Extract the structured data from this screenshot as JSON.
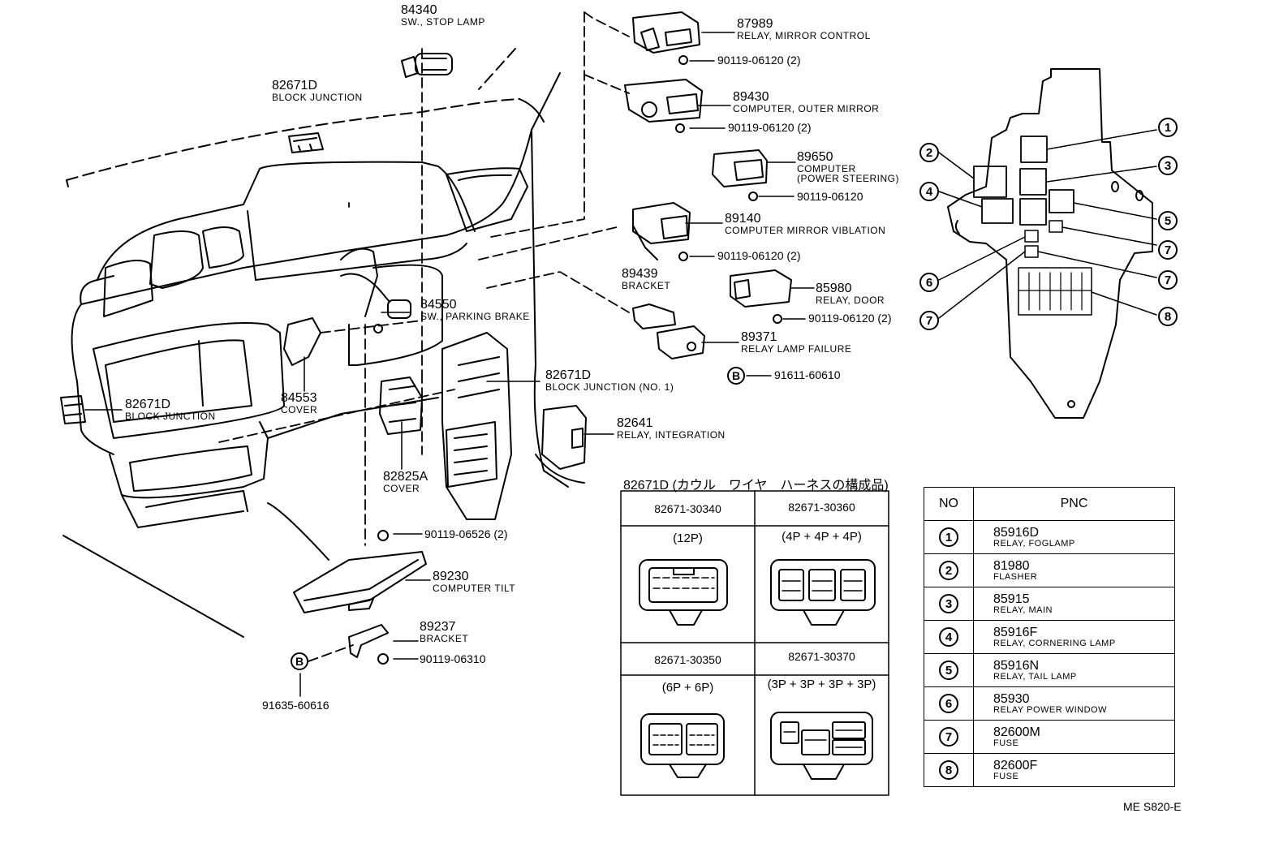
{
  "parts": [
    {
      "id": "p84340",
      "number": "84340",
      "desc": "SW., STOP LAMP"
    },
    {
      "id": "p82671d_top",
      "number": "82671D",
      "desc": "BLOCK JUNCTION"
    },
    {
      "id": "p87989",
      "number": "87989",
      "desc": "RELAY, MIRROR CONTROL"
    },
    {
      "id": "p89430",
      "number": "89430",
      "desc": "COMPUTER, OUTER MIRROR"
    },
    {
      "id": "p89650",
      "number": "89650",
      "desc": "COMPUTER",
      "desc2": "(POWER STEERING)"
    },
    {
      "id": "p89140",
      "number": "89140",
      "desc": "COMPUTER MIRROR VIBLATION"
    },
    {
      "id": "p89439",
      "number": "89439",
      "desc": "BRACKET"
    },
    {
      "id": "p85980",
      "number": "85980",
      "desc": "RELAY, DOOR"
    },
    {
      "id": "p89371",
      "number": "89371",
      "desc": "RELAY LAMP FAILURE"
    },
    {
      "id": "p84550",
      "number": "84550",
      "desc": "SW., PARKING BRAKE"
    },
    {
      "id": "p84553",
      "number": "84553",
      "desc": "COVER"
    },
    {
      "id": "p82671d_left",
      "number": "82671D",
      "desc": "BLOCK JUNCTION"
    },
    {
      "id": "p82671d_no1",
      "number": "82671D",
      "desc": "BLOCK JUNCTION (NO. 1)"
    },
    {
      "id": "p82641",
      "number": "82641",
      "desc": "RELAY, INTEGRATION"
    },
    {
      "id": "p82825a",
      "number": "82825A",
      "desc": "COVER"
    },
    {
      "id": "p89230",
      "number": "89230",
      "desc": "COMPUTER TILT"
    },
    {
      "id": "p89237",
      "number": "89237",
      "desc": "BRACKET"
    }
  ],
  "bolts": [
    {
      "id": "b1",
      "text": "90119-06120 (2)"
    },
    {
      "id": "b2",
      "text": "90119-06120 (2)"
    },
    {
      "id": "b3",
      "text": "90119-06120"
    },
    {
      "id": "b4",
      "text": "90119-06120 (2)"
    },
    {
      "id": "b5",
      "text": "90119-06120 (2)"
    },
    {
      "id": "b6",
      "text": "91611-60610"
    },
    {
      "id": "b7",
      "text": "90119-06526 (2)"
    },
    {
      "id": "b8",
      "text": "90119-06310"
    },
    {
      "id": "b9",
      "text": "91635-60616"
    }
  ],
  "callout_b": "B",
  "relay_block_callouts": [
    "1",
    "2",
    "3",
    "4",
    "5",
    "6",
    "7",
    "7",
    "7",
    "8"
  ],
  "connector_table": {
    "title": "82671D (カウル　ワイヤ　ハーネスの構成品)",
    "cells": [
      {
        "pnc": "82671-30340",
        "pins": "(12P)"
      },
      {
        "pnc": "82671-30360",
        "pins": "(4P + 4P + 4P)"
      },
      {
        "pnc": "82671-30350",
        "pins": "(6P + 6P)"
      },
      {
        "pnc": "82671-30370",
        "pins": "(3P + 3P + 3P + 3P)"
      }
    ]
  },
  "pnc_table": {
    "header_no": "NO",
    "header_pnc": "PNC",
    "rows": [
      {
        "no": "1",
        "pnc": "85916D",
        "desc": "RELAY, FOGLAMP"
      },
      {
        "no": "2",
        "pnc": "81980",
        "desc": "FLASHER"
      },
      {
        "no": "3",
        "pnc": "85915",
        "desc": "RELAY, MAIN"
      },
      {
        "no": "4",
        "pnc": "85916F",
        "desc": "RELAY, CORNERING LAMP"
      },
      {
        "no": "5",
        "pnc": "85916N",
        "desc": "RELAY, TAIL LAMP"
      },
      {
        "no": "6",
        "pnc": "85930",
        "desc": "RELAY POWER WINDOW"
      },
      {
        "no": "7",
        "pnc": "82600M",
        "desc": "FUSE"
      },
      {
        "no": "8",
        "pnc": "82600F",
        "desc": "FUSE"
      }
    ]
  },
  "diagram_code": "ME S820-E"
}
